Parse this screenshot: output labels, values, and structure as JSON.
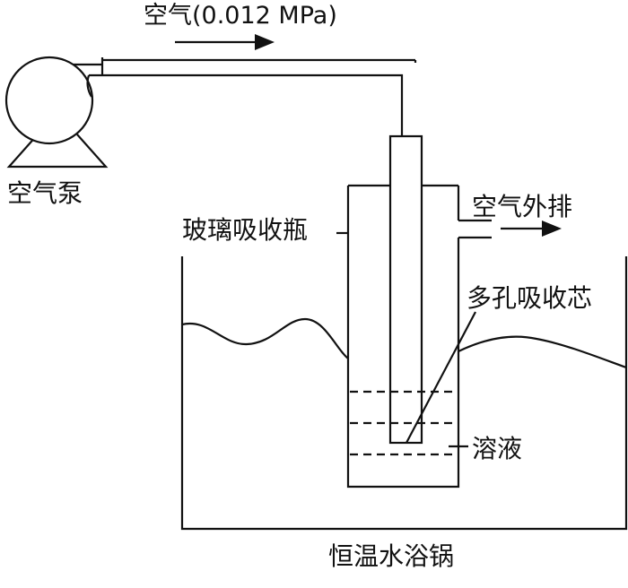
{
  "labels": {
    "air_flow": "空气(0.012 MPa)",
    "air_pump": "空气泵",
    "air_exhaust": "空气外排",
    "glass_bottle": "玻璃吸收瓶",
    "porous_core": "多孔吸收芯",
    "solution": "溶液",
    "water_bath": "恒温水浴锅"
  },
  "colors": {
    "line": "#111111",
    "background": "#ffffff"
  }
}
